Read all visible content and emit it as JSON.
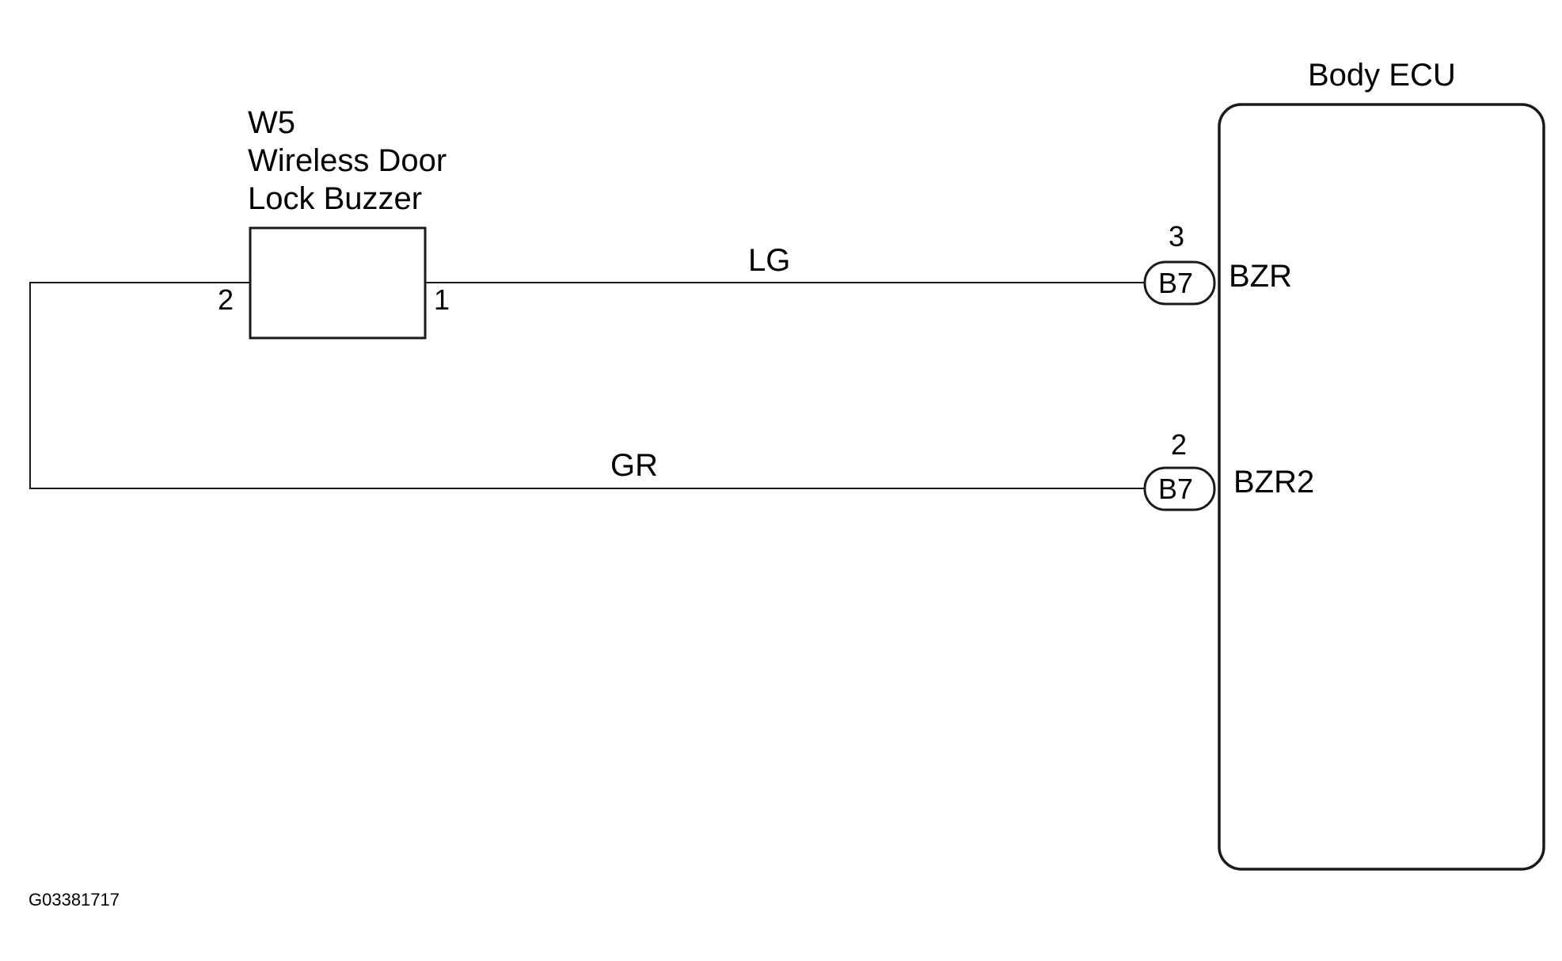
{
  "components": {
    "buzzer": {
      "code": "W5",
      "name_line1": "Wireless Door",
      "name_line2": "Lock Buzzer",
      "pin_left": "2",
      "pin_right": "1"
    },
    "ecu": {
      "name": "Body ECU"
    }
  },
  "wires": {
    "top": {
      "color_code": "LG"
    },
    "bottom": {
      "color_code": "GR"
    }
  },
  "connectors": {
    "top": {
      "pin": "3",
      "connector": "B7",
      "terminal": "BZR"
    },
    "bottom": {
      "pin": "2",
      "connector": "B7",
      "terminal": "BZR2"
    }
  },
  "figure_id": "G03381717"
}
